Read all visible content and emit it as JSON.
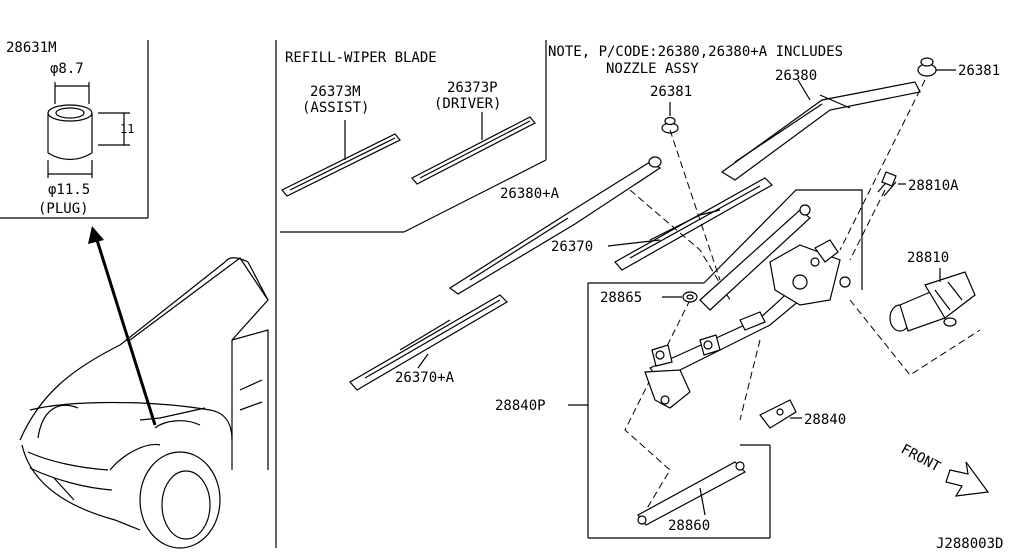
{
  "plug": {
    "part_no": "28631M",
    "inner_dia": "φ8.7",
    "height": "11",
    "outer_dia": "φ11.5",
    "name": "(PLUG)"
  },
  "refill": {
    "title": "REFILL-WIPER BLADE",
    "assist_no": "26373M",
    "assist_name": "(ASSIST)",
    "driver_no": "26373P",
    "driver_name": "(DRIVER)"
  },
  "note": {
    "line1": "NOTE, P/CODE:26380,26380+A INCLUDES",
    "line2": "NOZZLE ASSY"
  },
  "labels": {
    "cap_right": "26381",
    "arm_right": "26380",
    "cap_left": "26381",
    "arm_left": "26380+A",
    "blade_right": "26370",
    "blade_left": "26370+A",
    "bolt": "28810A",
    "motor": "28810",
    "bushing": "28865",
    "linkage_assy": "28840P",
    "bracket": "28840",
    "rod": "28860"
  },
  "front_label": "FRONT",
  "diagram_code": "J288003D"
}
